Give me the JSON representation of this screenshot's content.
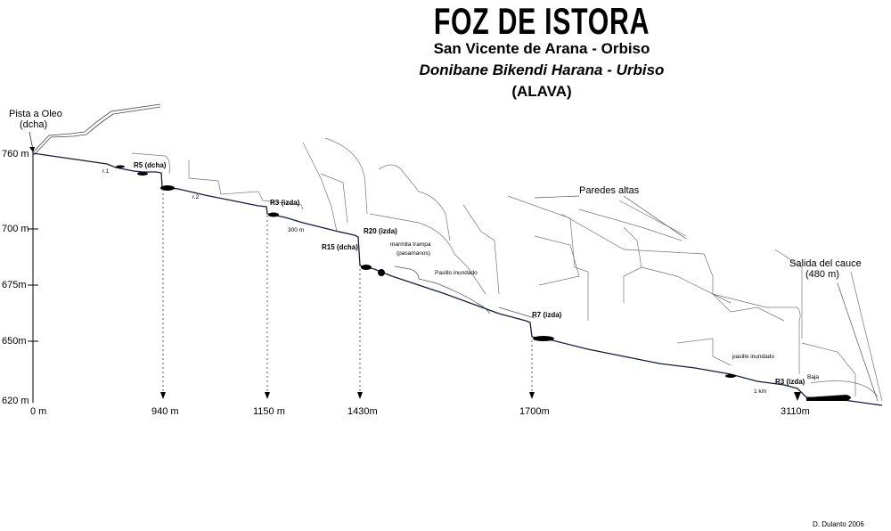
{
  "header": {
    "title": "FOZ DE ISTORA",
    "subtitle1": "San Vicente de Arana - Orbiso",
    "subtitle2": "Donibane Bikendi Harana - Urbiso",
    "subtitle3": "(ALAVA)"
  },
  "axis": {
    "altitudes": [
      "760 m",
      "700 m",
      "675m",
      "650m",
      "620 m"
    ],
    "distances": [
      "0 m",
      "940 m",
      "1150 m",
      "1430m",
      "1700m",
      "3110m"
    ]
  },
  "annotations": {
    "pista": "Pista a Oleo",
    "pista_side": "(dcha)",
    "r5": "R5 (dcha)",
    "r3a": "R3 (izda)",
    "m300": "300 m",
    "r20": "R20 (izda)",
    "r15": "R15 (dcha)",
    "marmita": "marmita trampa",
    "pasamanos": "(pasamanos)",
    "pasillo1": "Pasillo inundado",
    "r7": "R7 (izda)",
    "paredes": "Paredes altas",
    "salida": "Salida del cauce",
    "salida_alt": "(480 m)",
    "pasillo2": "pasillo inundado",
    "km1": "1 km",
    "r3b": "R3 (izda)",
    "baja": "Baja",
    "r1": "r.1",
    "r2": "r.2"
  },
  "credit": "D. Dulanto 2006"
}
